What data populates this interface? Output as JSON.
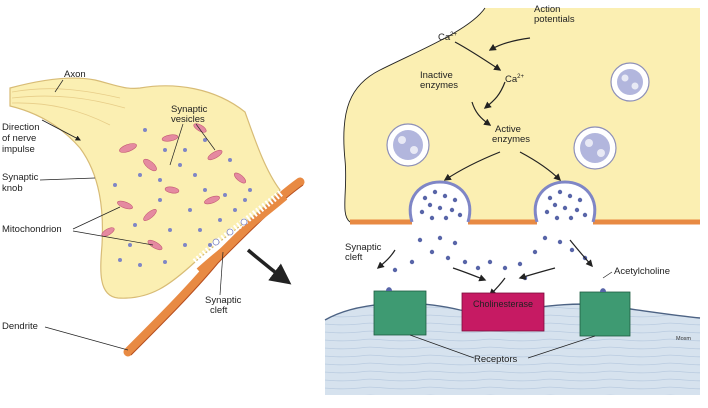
{
  "left_panel": {
    "labels": {
      "axon": "Axon",
      "direction_1": "Direction",
      "direction_2": "of nerve",
      "direction_3": "impulse",
      "synaptic_knob_1": "Synaptic",
      "synaptic_knob_2": "knob",
      "synaptic_vesicles_1": "Synaptic",
      "synaptic_vesicles_2": "vesicles",
      "mitochondrion": "Mitochondrion",
      "synaptic_cleft_1": "Synaptic",
      "synaptic_cleft_2": "cleft",
      "dendrite": "Dendrite"
    }
  },
  "right_panel": {
    "labels": {
      "ca_top": "Ca",
      "ca_top_sup": "2+",
      "action_potentials_1": "Action",
      "action_potentials_2": "potentials",
      "ca_mid": "Ca",
      "ca_mid_sup": "2+",
      "inactive_enzymes_1": "Inactive",
      "inactive_enzymes_2": "enzymes",
      "active_enzymes_1": "Active",
      "active_enzymes_2": "enzymes",
      "synaptic_cleft_1": "Synaptic",
      "synaptic_cleft_2": "cleft",
      "acetylcholine": "Acetylcholine",
      "cholinesterase": "Cholinesterase",
      "receptors": "Receptors",
      "membrane": "Mosm"
    }
  },
  "colors": {
    "cytoplasm": "#fbefb2",
    "membrane_orange": "#e88a43",
    "receptor_green": "#3e9a72",
    "enzyme_magenta": "#c61a63",
    "vesicle_purple": "#7f86c6",
    "mitochondrion_pink": "#e58aa0",
    "postsynaptic_blue": "#d6e2ee"
  }
}
